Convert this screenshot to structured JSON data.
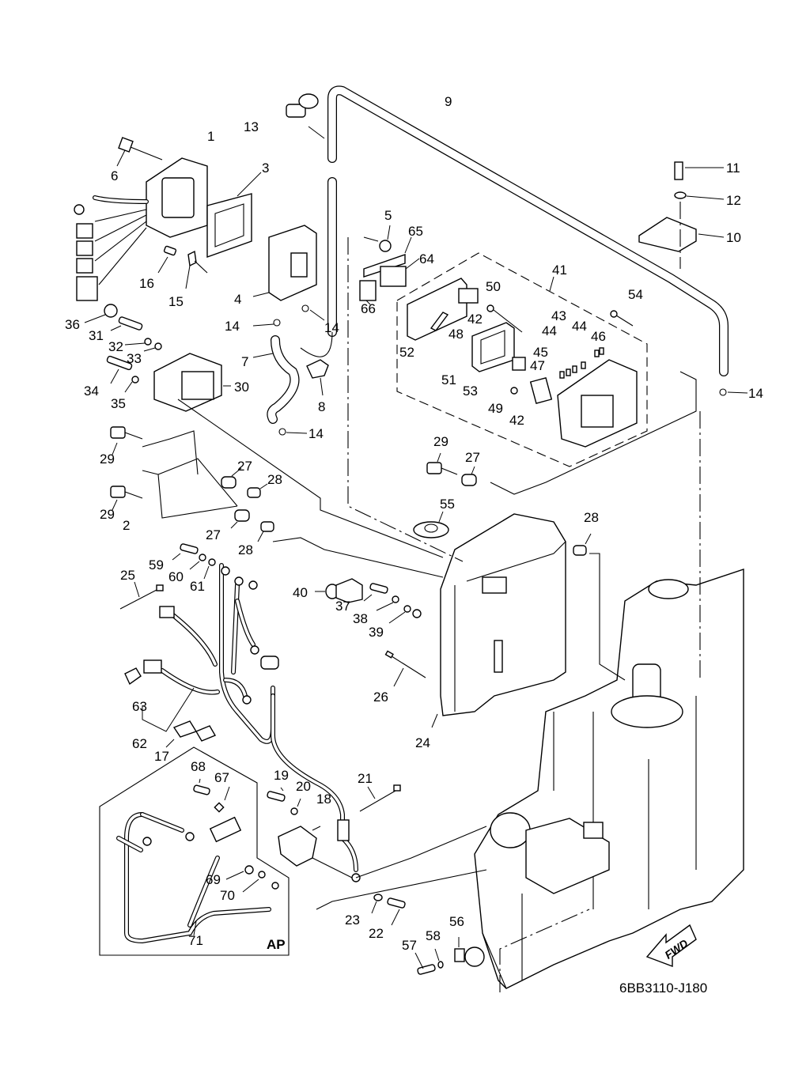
{
  "diagram": {
    "title": "Electrical parts exploded view",
    "drawing_code": "6BB3110-J180",
    "variant_box_label": "AP",
    "direction_arrow_label": "FWD",
    "callouts": [
      {
        "id": "1",
        "label": "1"
      },
      {
        "id": "2",
        "label": "2"
      },
      {
        "id": "3",
        "label": "3"
      },
      {
        "id": "4",
        "label": "4"
      },
      {
        "id": "5",
        "label": "5"
      },
      {
        "id": "6",
        "label": "6"
      },
      {
        "id": "7",
        "label": "7"
      },
      {
        "id": "8",
        "label": "8"
      },
      {
        "id": "9",
        "label": "9"
      },
      {
        "id": "10",
        "label": "10"
      },
      {
        "id": "11",
        "label": "11"
      },
      {
        "id": "12",
        "label": "12"
      },
      {
        "id": "13",
        "label": "13"
      },
      {
        "id": "14a",
        "label": "14"
      },
      {
        "id": "14b",
        "label": "14"
      },
      {
        "id": "14c",
        "label": "14"
      },
      {
        "id": "14d",
        "label": "14"
      },
      {
        "id": "15",
        "label": "15"
      },
      {
        "id": "16",
        "label": "16"
      },
      {
        "id": "17",
        "label": "17"
      },
      {
        "id": "18",
        "label": "18"
      },
      {
        "id": "19",
        "label": "19"
      },
      {
        "id": "20",
        "label": "20"
      },
      {
        "id": "21",
        "label": "21"
      },
      {
        "id": "22",
        "label": "22"
      },
      {
        "id": "23",
        "label": "23"
      },
      {
        "id": "24",
        "label": "24"
      },
      {
        "id": "25",
        "label": "25"
      },
      {
        "id": "26",
        "label": "26"
      },
      {
        "id": "27a",
        "label": "27"
      },
      {
        "id": "27b",
        "label": "27"
      },
      {
        "id": "27c",
        "label": "27"
      },
      {
        "id": "28a",
        "label": "28"
      },
      {
        "id": "28b",
        "label": "28"
      },
      {
        "id": "28c",
        "label": "28"
      },
      {
        "id": "29a",
        "label": "29"
      },
      {
        "id": "29b",
        "label": "29"
      },
      {
        "id": "29c",
        "label": "29"
      },
      {
        "id": "30",
        "label": "30"
      },
      {
        "id": "31",
        "label": "31"
      },
      {
        "id": "32",
        "label": "32"
      },
      {
        "id": "33",
        "label": "33"
      },
      {
        "id": "34",
        "label": "34"
      },
      {
        "id": "35",
        "label": "35"
      },
      {
        "id": "36",
        "label": "36"
      },
      {
        "id": "37",
        "label": "37"
      },
      {
        "id": "38",
        "label": "38"
      },
      {
        "id": "39",
        "label": "39"
      },
      {
        "id": "40",
        "label": "40"
      },
      {
        "id": "41",
        "label": "41"
      },
      {
        "id": "42a",
        "label": "42"
      },
      {
        "id": "42b",
        "label": "42"
      },
      {
        "id": "43",
        "label": "43"
      },
      {
        "id": "44a",
        "label": "44"
      },
      {
        "id": "44b",
        "label": "44"
      },
      {
        "id": "45",
        "label": "45"
      },
      {
        "id": "46",
        "label": "46"
      },
      {
        "id": "47",
        "label": "47"
      },
      {
        "id": "48",
        "label": "48"
      },
      {
        "id": "49",
        "label": "49"
      },
      {
        "id": "50",
        "label": "50"
      },
      {
        "id": "51",
        "label": "51"
      },
      {
        "id": "52",
        "label": "52"
      },
      {
        "id": "53",
        "label": "53"
      },
      {
        "id": "54",
        "label": "54"
      },
      {
        "id": "55",
        "label": "55"
      },
      {
        "id": "56",
        "label": "56"
      },
      {
        "id": "57",
        "label": "57"
      },
      {
        "id": "58",
        "label": "58"
      },
      {
        "id": "59",
        "label": "59"
      },
      {
        "id": "60",
        "label": "60"
      },
      {
        "id": "61",
        "label": "61"
      },
      {
        "id": "62",
        "label": "62"
      },
      {
        "id": "63",
        "label": "63"
      },
      {
        "id": "64",
        "label": "64"
      },
      {
        "id": "65",
        "label": "65"
      },
      {
        "id": "66",
        "label": "66"
      },
      {
        "id": "67",
        "label": "67"
      },
      {
        "id": "68",
        "label": "68"
      },
      {
        "id": "69",
        "label": "69"
      },
      {
        "id": "70",
        "label": "70"
      },
      {
        "id": "71",
        "label": "71"
      }
    ]
  }
}
